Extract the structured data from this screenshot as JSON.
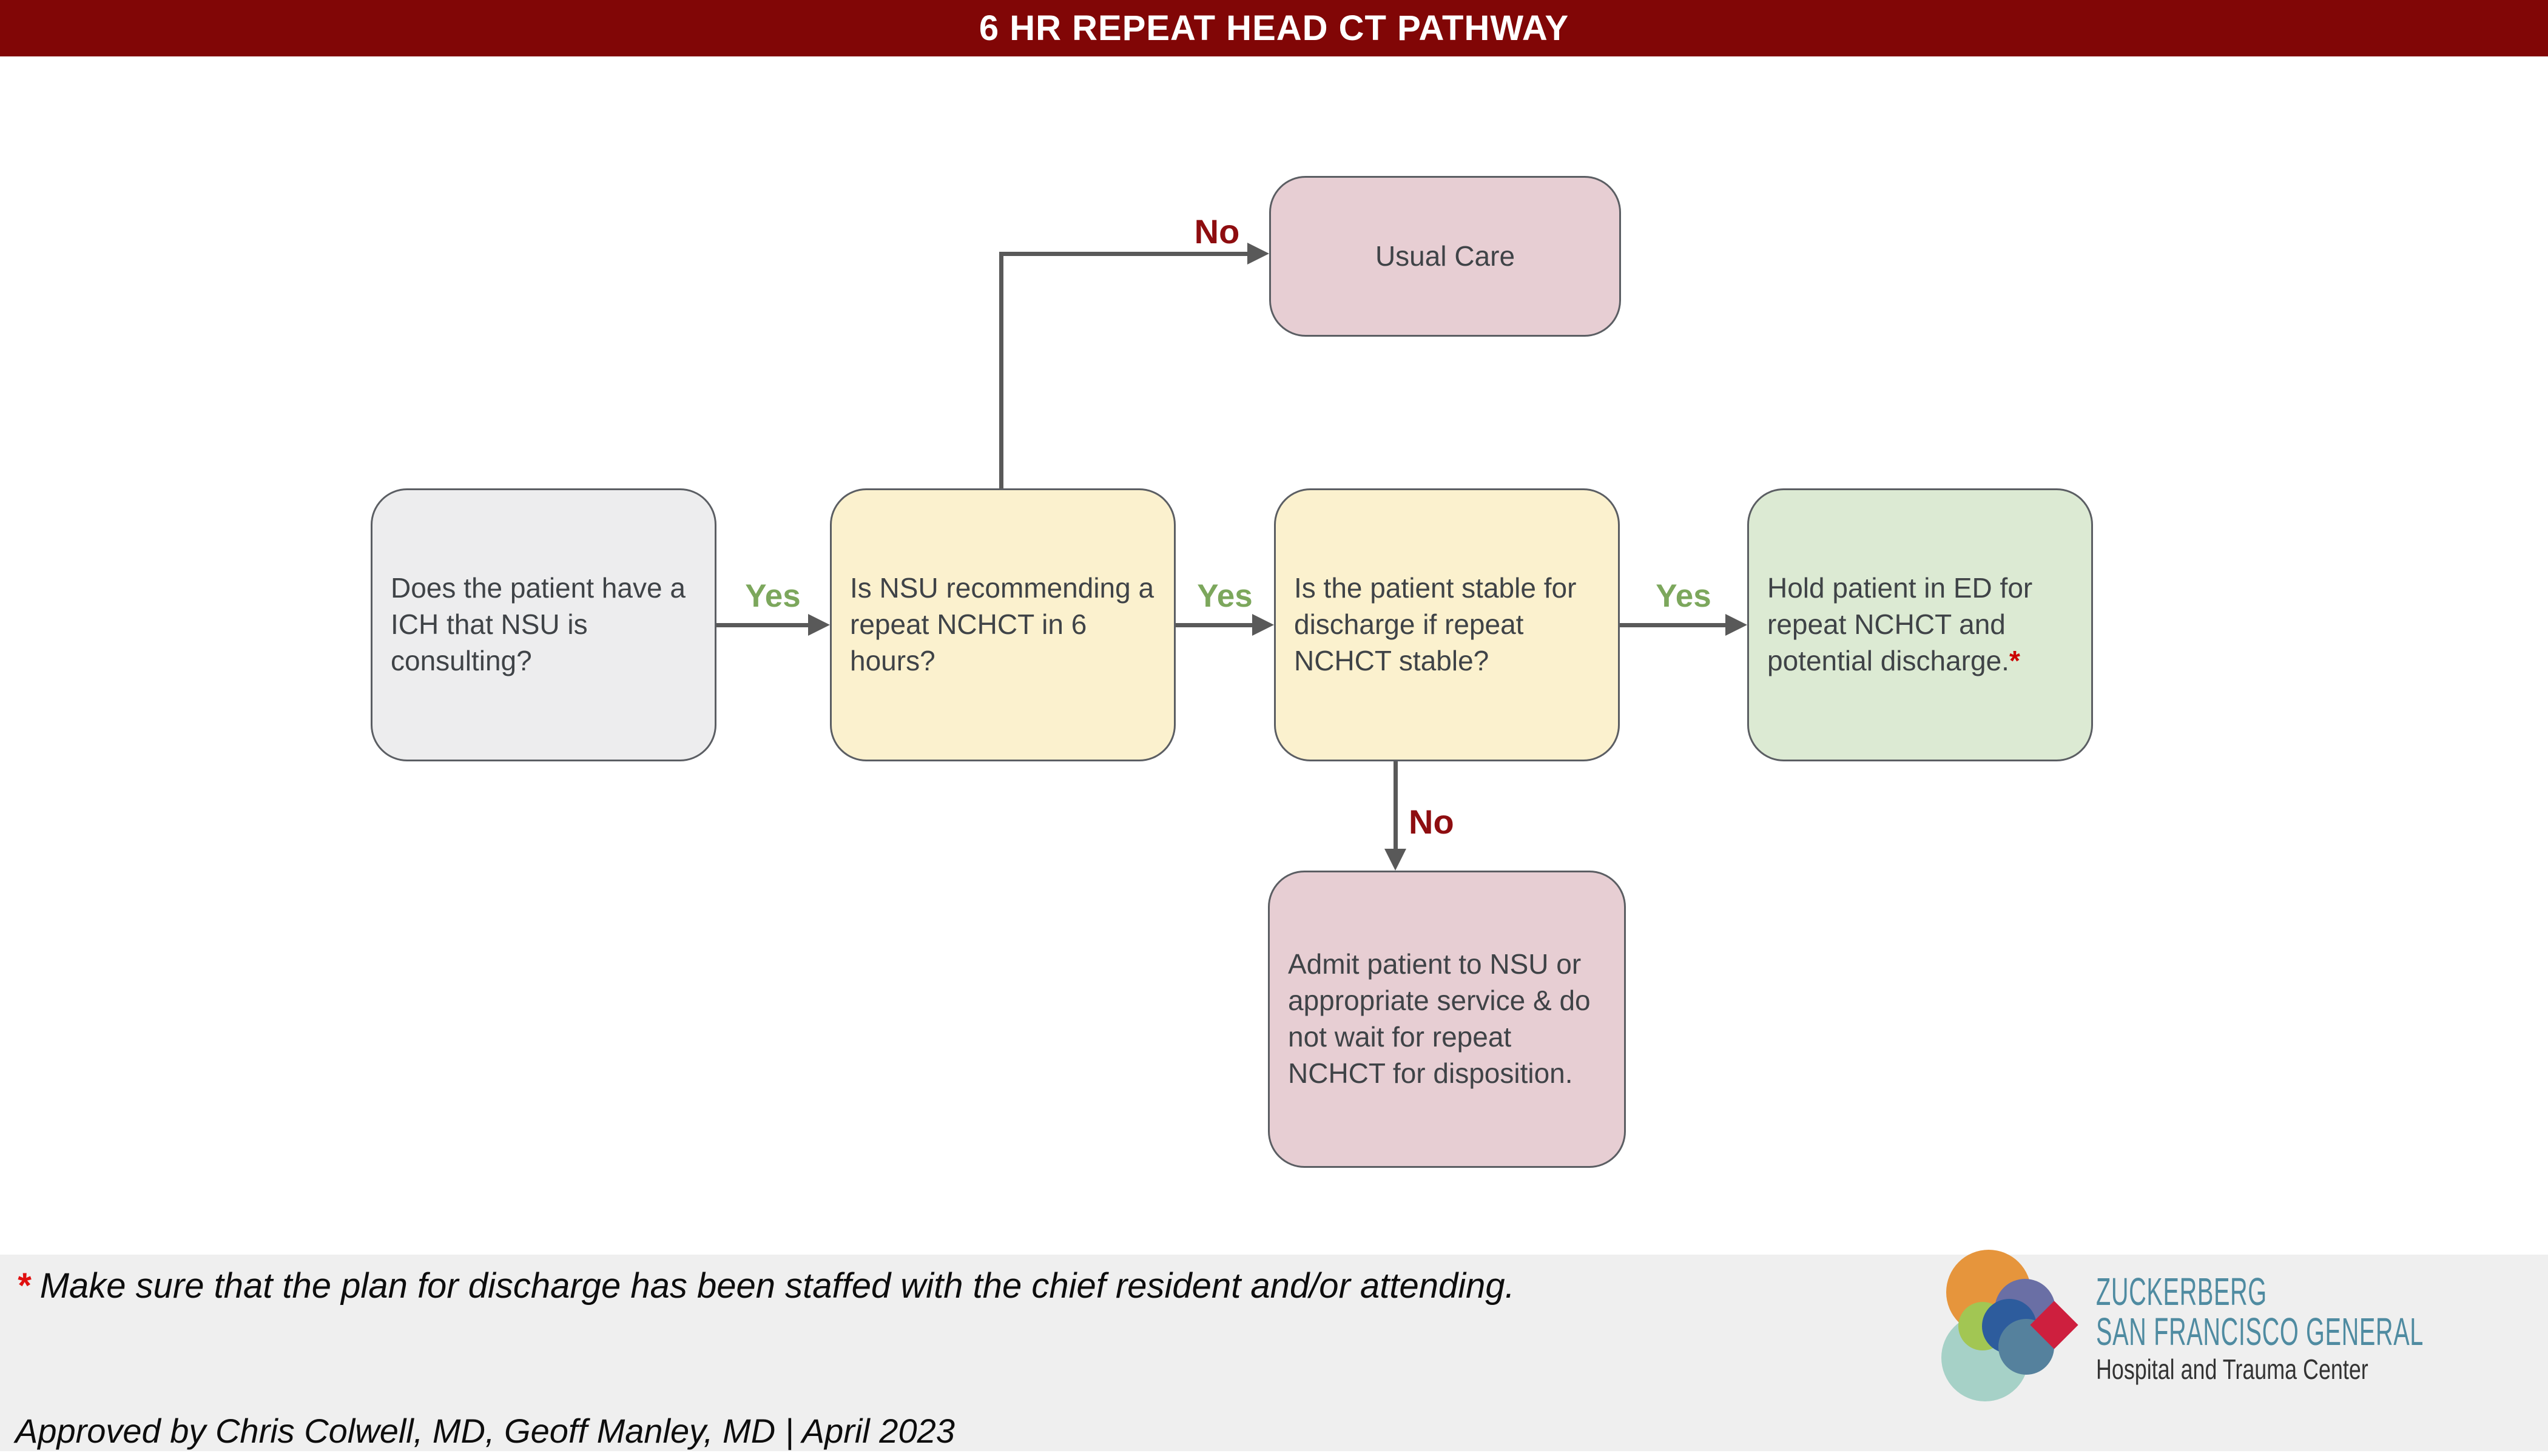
{
  "title": "6 HR REPEAT HEAD CT PATHWAY",
  "nodes": {
    "q1": {
      "text": "Does the patient have a ICH that NSU is consulting?",
      "type": "question",
      "fill": "#EDEDEE"
    },
    "q2": {
      "text": "Is NSU recommending a repeat NCHCT in 6 hours?",
      "type": "question",
      "fill": "#FBF1CE"
    },
    "q3": {
      "text": "Is the patient stable for discharge if repeat NCHCT stable?",
      "type": "question",
      "fill": "#FBF1CE"
    },
    "usual_care": {
      "text": "Usual Care",
      "type": "outcome",
      "fill": "#E7CED3"
    },
    "hold": {
      "text": "Hold patient in ED for repeat NCHCT and potential discharge.",
      "asterisk": "*",
      "type": "outcome",
      "fill": "#DCEAD3"
    },
    "admit": {
      "text": "Admit patient to NSU or appropriate service & do not wait for repeat NCHCT for disposition.",
      "type": "outcome",
      "fill": "#E7CED3"
    }
  },
  "edges": [
    {
      "from": "q1",
      "to": "q2",
      "label": "Yes"
    },
    {
      "from": "q2",
      "to": "q3",
      "label": "Yes"
    },
    {
      "from": "q3",
      "to": "hold",
      "label": "Yes"
    },
    {
      "from": "q2",
      "to": "usual_care",
      "label": "No"
    },
    {
      "from": "q3",
      "to": "admit",
      "label": "No"
    }
  ],
  "footer": {
    "asterisk": "*",
    "note": " Make sure that the plan for discharge has been staffed with the chief resident and/or attending.",
    "approved": "Approved by Chris Colwell, MD, Geoff Manley, MD | April 2023"
  },
  "logo": {
    "line1": "ZUCKERBERG",
    "line2": "SAN FRANCISCO GENERAL",
    "line3": "Hospital and Trauma Center"
  },
  "colors": {
    "header_bg": "#810606",
    "yes_green": "#7CA75C",
    "no_red": "#8E0D10",
    "question_yellow": "#FBF1CE",
    "start_gray": "#EDEDEE",
    "hold_green": "#DCEAD3",
    "outcome_pink": "#E7CED3",
    "node_border": "#5B5E63",
    "arrow_gray": "#595959",
    "node_text": "#3F4347",
    "logo_teal": "#4F8BA1",
    "asterisk_red": "#E01010"
  }
}
